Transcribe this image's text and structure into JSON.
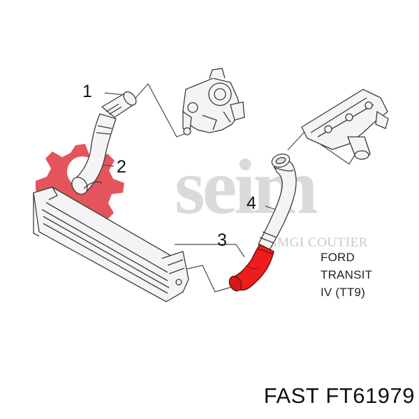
{
  "watermark": {
    "brand": "seim",
    "subtext": "GMGI COUTIER",
    "brand_color": "#e3424b",
    "text_color": "#d9dadb"
  },
  "callouts": [
    "1",
    "2",
    "3",
    "4"
  ],
  "vehicle": {
    "make": "FORD",
    "model": "TRANSIT",
    "generation": "IV (TT9)"
  },
  "part": {
    "brand": "FAST",
    "number": "FT61979"
  },
  "colors": {
    "highlight": "#ee1c1c",
    "line": "#4a4a4a",
    "part_fill": "#f4f4f4"
  }
}
